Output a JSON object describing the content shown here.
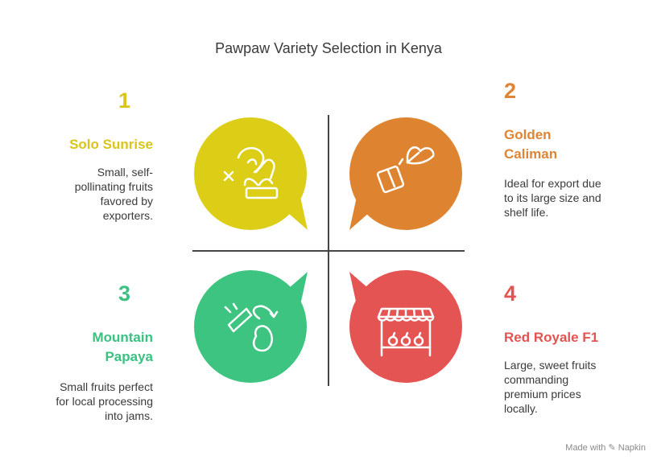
{
  "title": "Pawpaw Variety Selection in Kenya",
  "quadrants": [
    {
      "number": "1",
      "name": "Solo Sunrise",
      "desc_lines": [
        "Small, self-",
        "pollinating fruits",
        "favored by",
        "exporters."
      ],
      "color": "#dccd17",
      "icon": "plant-sprout-icon"
    },
    {
      "number": "2",
      "name_lines": [
        "Golden",
        "Caliman"
      ],
      "desc_lines": [
        "Ideal for export due",
        "to its large size and",
        "shelf life."
      ],
      "color": "#de8431",
      "icon": "package-leaf-icon"
    },
    {
      "number": "3",
      "name_lines": [
        "Mountain",
        "Papaya"
      ],
      "desc_lines": [
        "Small fruits perfect",
        "for local processing",
        "into jams."
      ],
      "color": "#3cc480",
      "icon": "knife-fruit-icon"
    },
    {
      "number": "4",
      "name": "Red Royale F1",
      "desc_lines": [
        "Large, sweet fruits",
        "commanding",
        "premium prices",
        "locally."
      ],
      "color": "#e45452",
      "icon": "market-stall-icon"
    }
  ],
  "footer": "Made with ✎ Napkin"
}
